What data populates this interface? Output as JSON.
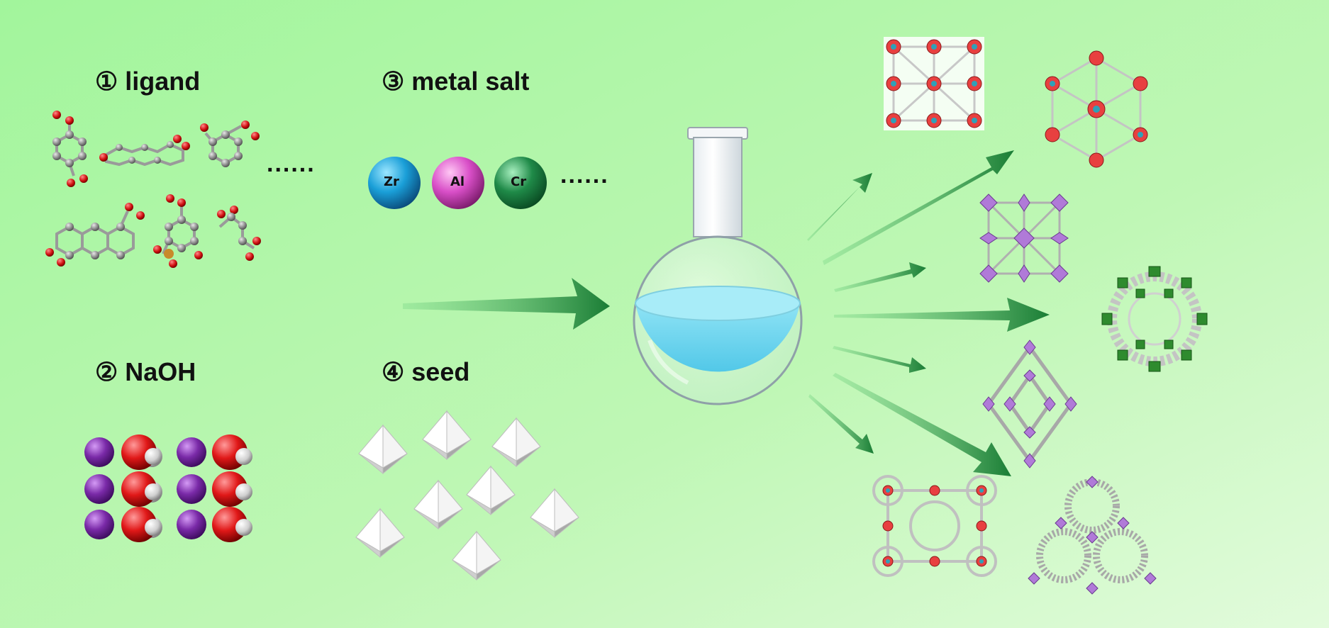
{
  "labels": {
    "ligand": "① ligand",
    "naoh": "② NaOH",
    "metal_salt": "③ metal salt",
    "seed": "④ seed"
  },
  "ellipsis": "......",
  "metal_ions": [
    {
      "symbol": "Zr",
      "color": "#1a9fd8"
    },
    {
      "symbol": "Al",
      "color": "#d94fc8"
    },
    {
      "symbol": "Cr",
      "color": "#1f8a48"
    }
  ],
  "colors": {
    "background_start": "#a6f7a0",
    "background_end": "#dcfad5",
    "arrow": "#1f8a3c",
    "sodium": "#7a2aa8",
    "oxygen": "#e01818",
    "hydrogen": "#d8d8d8",
    "liquid": "#6fd6ee",
    "framework_purple": "#b07ad8",
    "framework_green": "#2e8b2e"
  }
}
